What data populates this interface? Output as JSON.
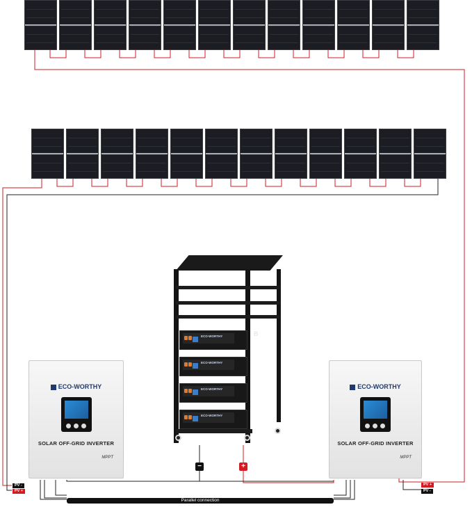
{
  "inverters": [
    {
      "brand": "ECO-WORTHY",
      "title": "SOLAR OFF-GRID INVERTER",
      "badge": "MPPT"
    },
    {
      "brand": "ECO-WORTHY",
      "title": "SOLAR OFF-GRID INVERTER",
      "badge": "MPPT"
    }
  ],
  "pv_tags": {
    "negative": "PV -",
    "positive": "PV +"
  },
  "battery_terminals": {
    "negative": "−",
    "positive": "+"
  },
  "parallel_label": "Parallel connection",
  "rack": {
    "label": "B",
    "battery_brand": "ECO-WORTHY",
    "battery_count": 4
  },
  "solar_arrays": [
    {
      "panel_count": 12
    },
    {
      "panel_count": 12
    }
  ],
  "colors": {
    "positive_wire": "#d21b22",
    "negative_wire": "#111111",
    "panel": "#1b1d22",
    "inverter_brand": "#1e3a6e"
  }
}
